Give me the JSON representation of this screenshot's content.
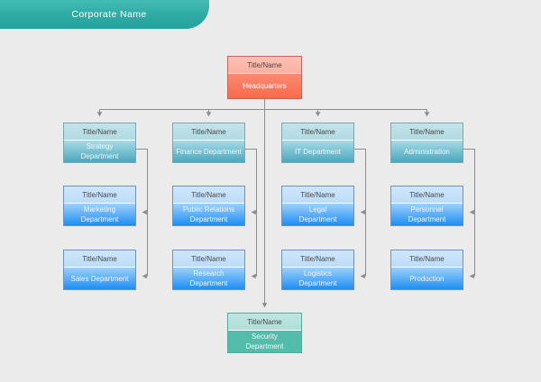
{
  "banner": {
    "title": "Corporate Name"
  },
  "colors": {
    "background": "#ebebeb",
    "banner": "#2eaaa3",
    "root_accent": "#fb6a4c",
    "level2_accent": "#49a7bd",
    "level3_accent": "#1e8ef4",
    "security_accent": "#53bcab",
    "connector": "#8c8c8c"
  },
  "chart_data": {
    "type": "diagram",
    "title": "Corporate Name",
    "diagram_kind": "organizational-chart"
  },
  "nodes": {
    "root": {
      "header": "Title/Name",
      "label": "Headquarters"
    },
    "strategy": {
      "header": "Title/Name",
      "label": "Strategy\nDepartment"
    },
    "finance": {
      "header": "Title/Name",
      "label": "Finance Department"
    },
    "it": {
      "header": "Title/Name",
      "label": "IT Department"
    },
    "administration": {
      "header": "Title/Name",
      "label": "Administration"
    },
    "marketing": {
      "header": "Title/Name",
      "label": "Marketing\nDepartment"
    },
    "public_relations": {
      "header": "Title/Name",
      "label": "Public Relations\nDepartment"
    },
    "legal": {
      "header": "Title/Name",
      "label": "Legal\nDepartment"
    },
    "personnel": {
      "header": "Title/Name",
      "label": "Personnel Department"
    },
    "sales": {
      "header": "Title/Name",
      "label": "Sales Department"
    },
    "research": {
      "header": "Title/Name",
      "label": "Research\nDepartment"
    },
    "logistics": {
      "header": "Title/Name",
      "label": "Logistics\nDepartment"
    },
    "production": {
      "header": "Title/Name",
      "label": "Production"
    },
    "security": {
      "header": "Title/Name",
      "label": "Security\nDepartment"
    }
  }
}
